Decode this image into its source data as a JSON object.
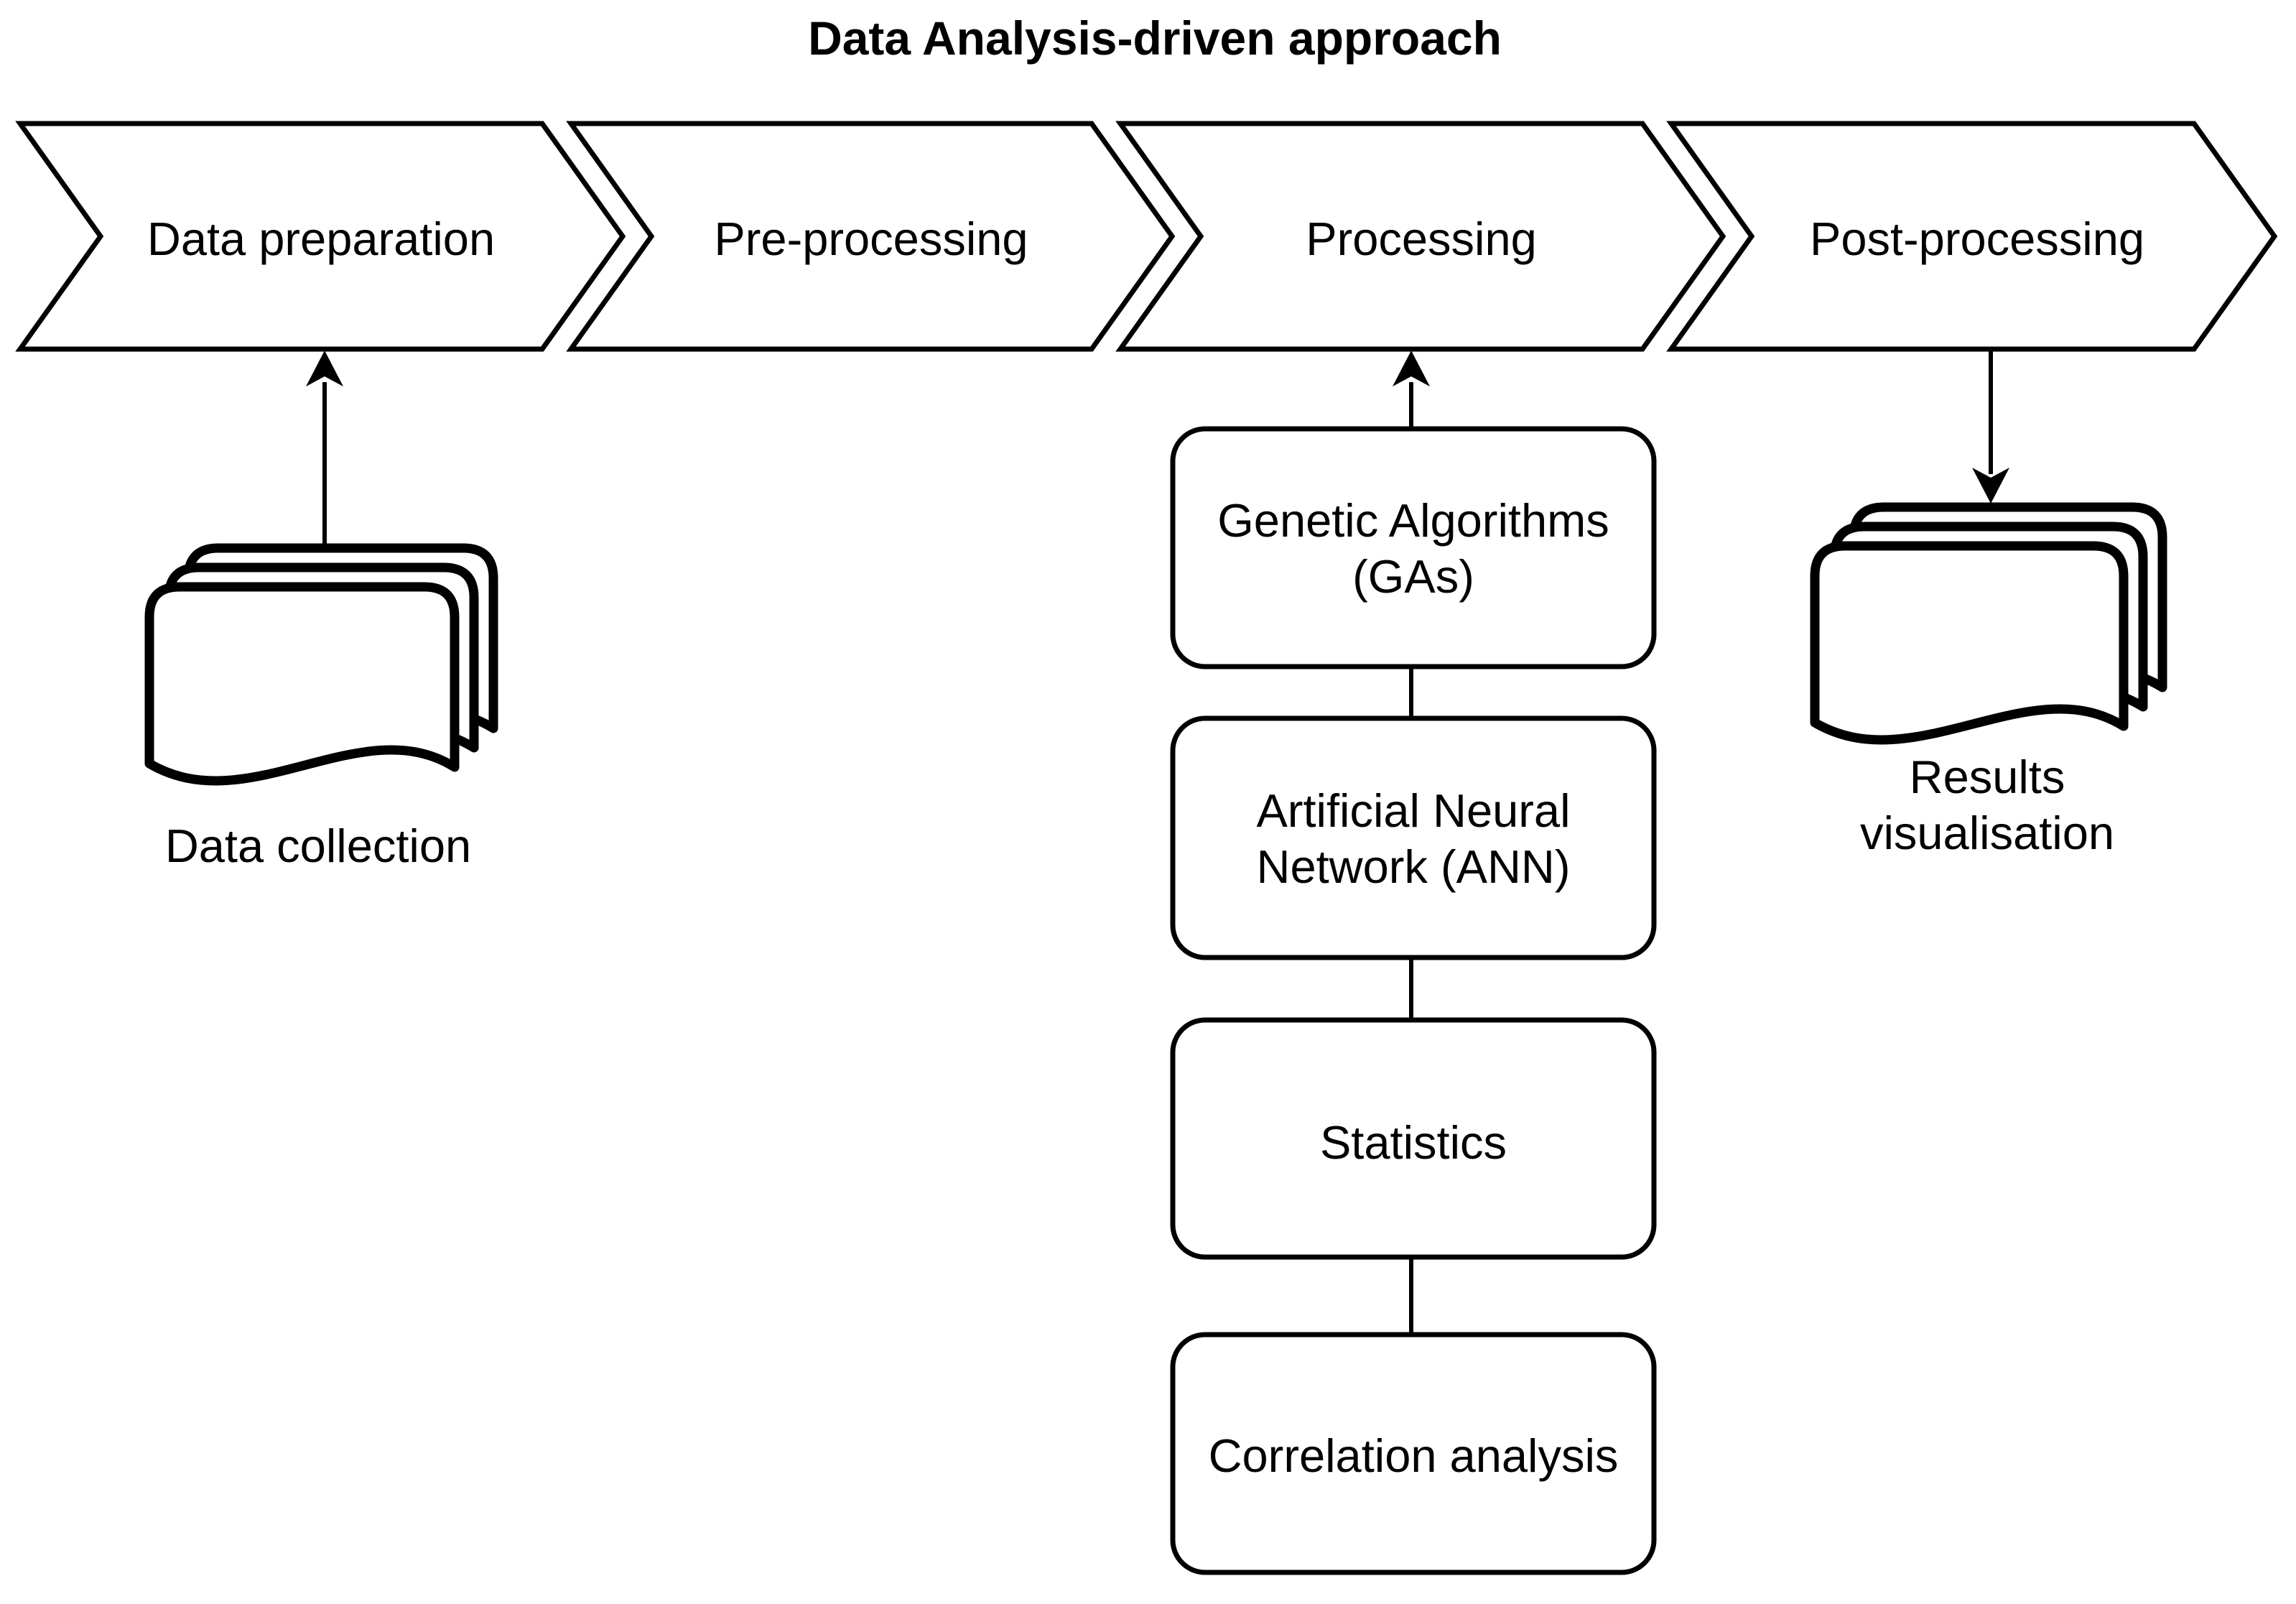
{
  "title": "Data Analysis-driven approach",
  "colors": {
    "ink": "#000000",
    "background": "#ffffff"
  },
  "pipeline": {
    "stages": [
      {
        "label": "Data preparation"
      },
      {
        "label": "Pre-processing"
      },
      {
        "label": "Processing"
      },
      {
        "label": "Post-processing"
      }
    ]
  },
  "processing_methods": {
    "items": [
      {
        "lines": [
          "Genetic Algorithms",
          "(GAs)"
        ]
      },
      {
        "lines": [
          "Artificial Neural",
          "Network (ANN)"
        ]
      },
      {
        "lines": [
          "Statistics"
        ]
      },
      {
        "lines": [
          "Correlation analysis"
        ]
      }
    ]
  },
  "data_collection": {
    "label": "Data collection"
  },
  "results_visualisation": {
    "lines": [
      "Results",
      "visualisation"
    ]
  }
}
